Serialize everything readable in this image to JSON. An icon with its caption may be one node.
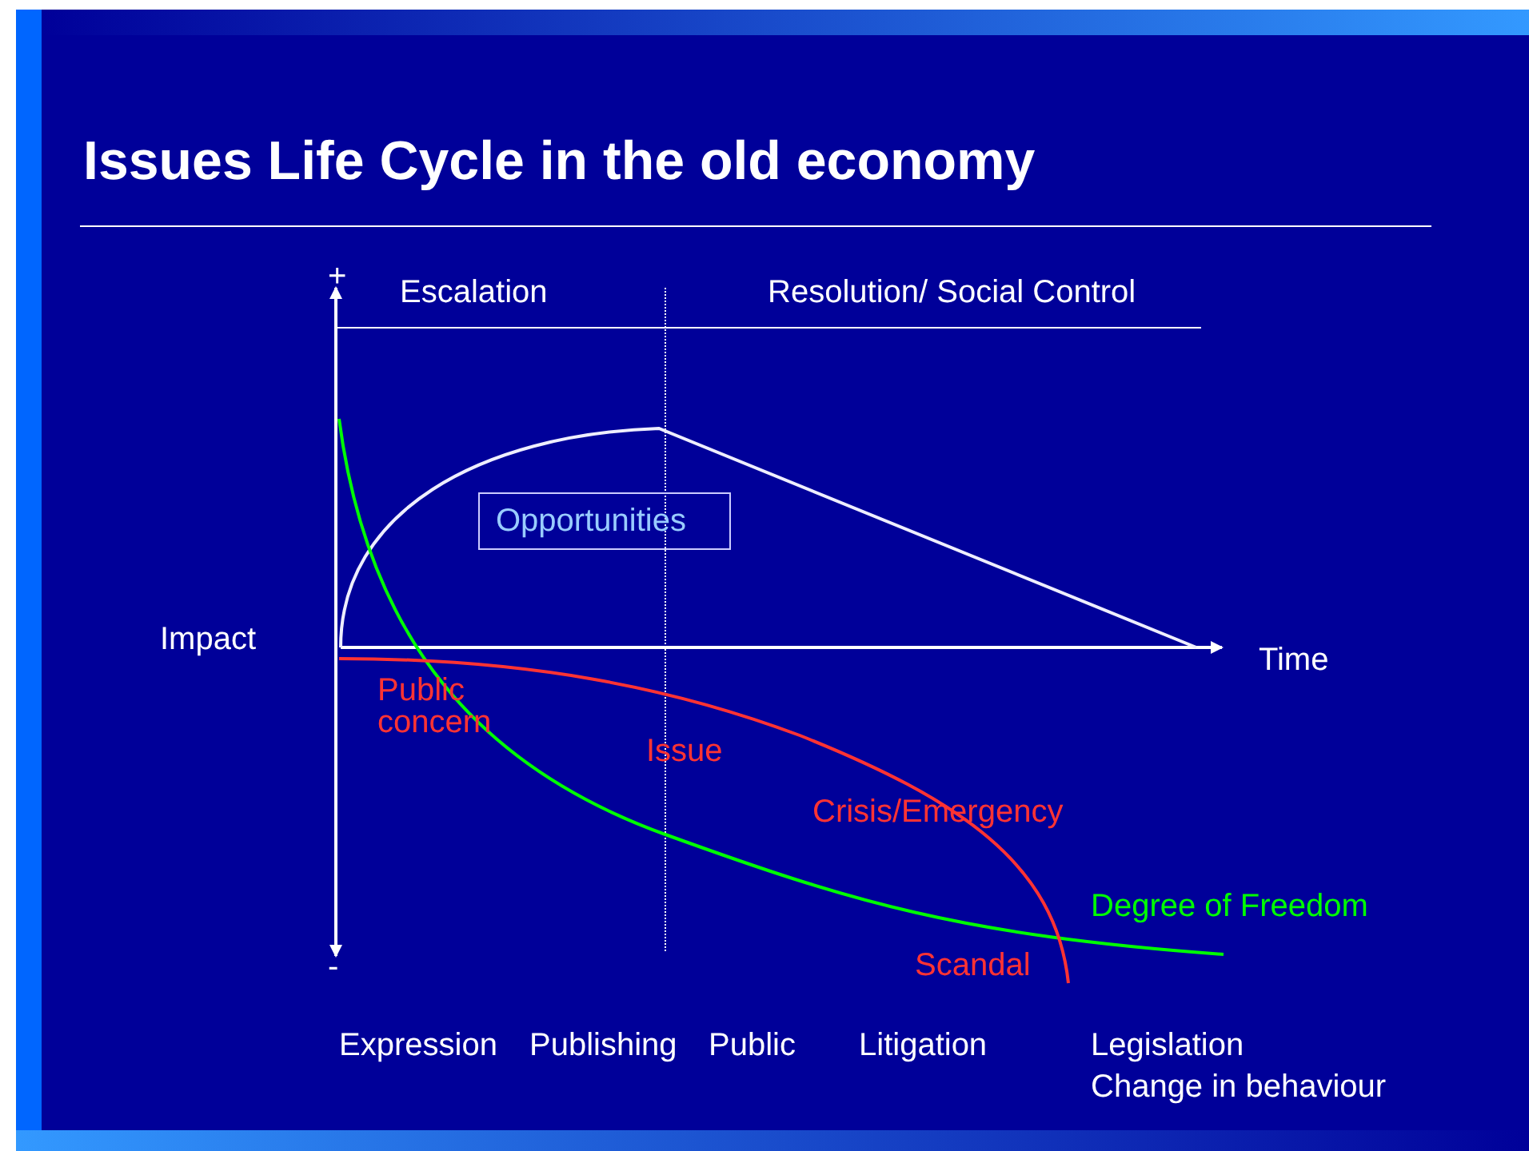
{
  "diagram": {
    "title": "Issues Life Cycle in the old economy",
    "nodes": [
      {
        "text": [
          "Opportunities"
        ]
      }
    ],
    "labels": [
      "+",
      "Escalation",
      "Resolution/ Social Control",
      "Impact",
      "Time",
      "Public concern",
      "Issue",
      "Crisis/Emergency",
      "Degree of Freedom",
      "-",
      "Scandal",
      "Expression",
      "Publishing",
      "Public",
      "Litigation",
      "Legislation",
      "Change in behaviour"
    ]
  }
}
